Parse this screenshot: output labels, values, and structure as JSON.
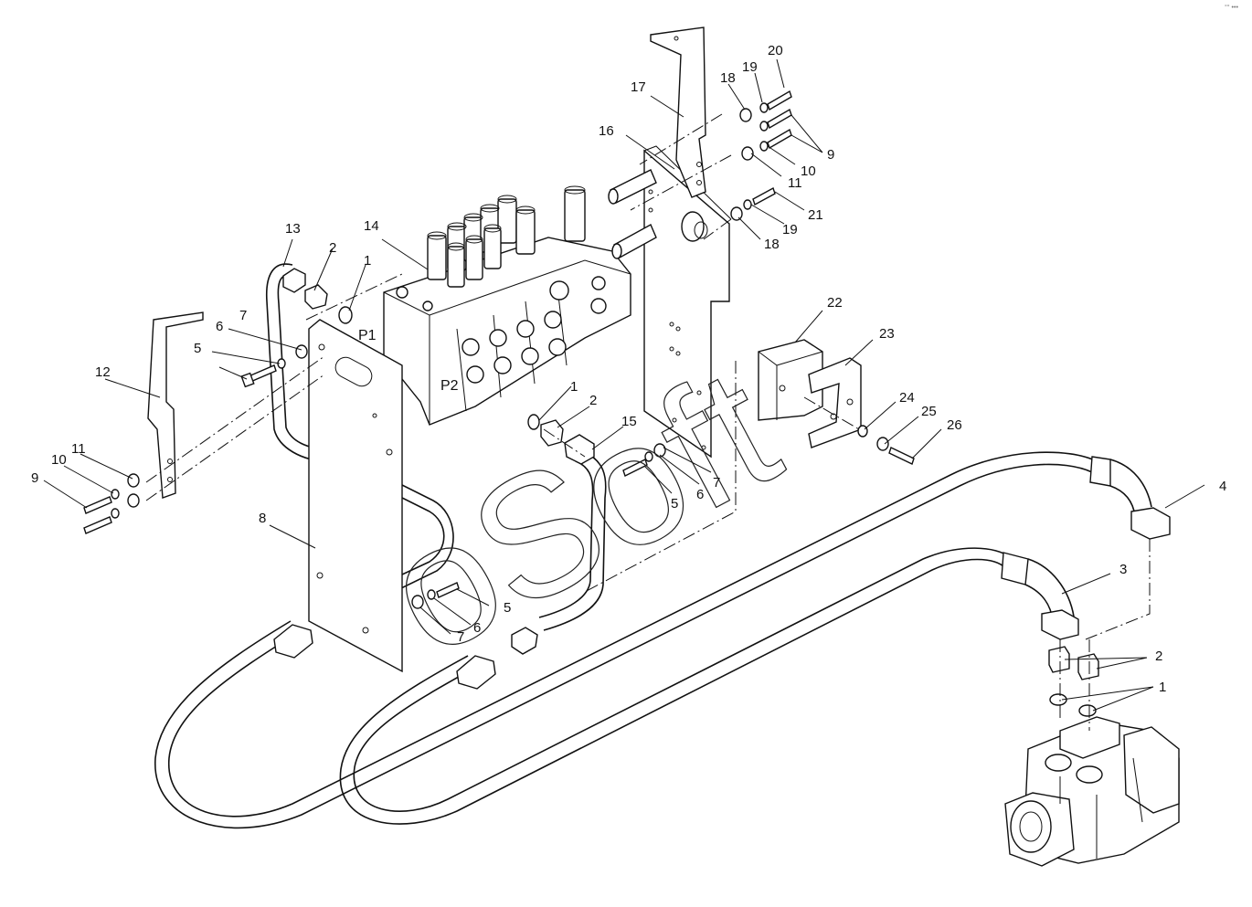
{
  "corner_mark": "°° •••",
  "port_labels": [
    "P1",
    "P2"
  ],
  "callouts": [
    "1",
    "2",
    "3",
    "4",
    "5",
    "6",
    "7",
    "8",
    "9",
    "10",
    "11",
    "12",
    "13",
    "14",
    "15",
    "16",
    "17",
    "18",
    "19",
    "20",
    "21",
    "22",
    "23",
    "24",
    "25",
    "26"
  ],
  "watermark": "oSoft"
}
